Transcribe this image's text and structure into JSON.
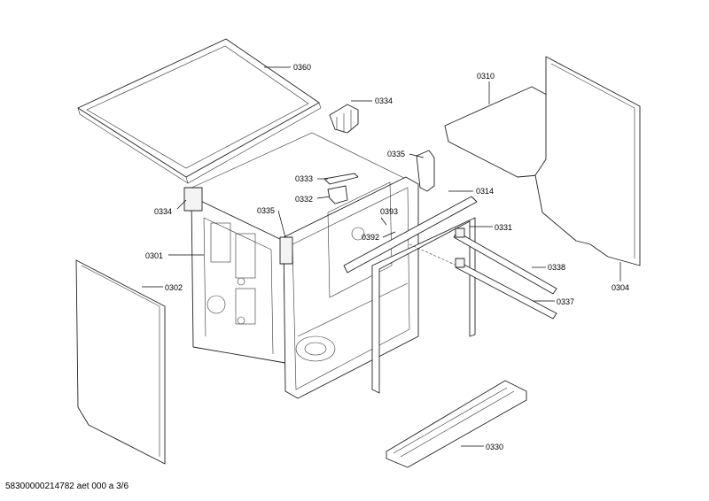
{
  "document": {
    "footer_code": "58300000214782 aet 000 a 3/6"
  },
  "parts": {
    "p0360": "0360",
    "p0334_top": "0334",
    "p0334_left": "0334",
    "p0333": "0333",
    "p0332": "0332",
    "p0335_right": "0335",
    "p0335_left": "0335",
    "p0393": "0393",
    "p0392": "0392",
    "p0314": "0314",
    "p0331": "0331",
    "p0301": "0301",
    "p0302": "0302",
    "p0310": "0310",
    "p0304": "0304",
    "p0338": "0338",
    "p0337": "0337",
    "p0330": "0330"
  }
}
